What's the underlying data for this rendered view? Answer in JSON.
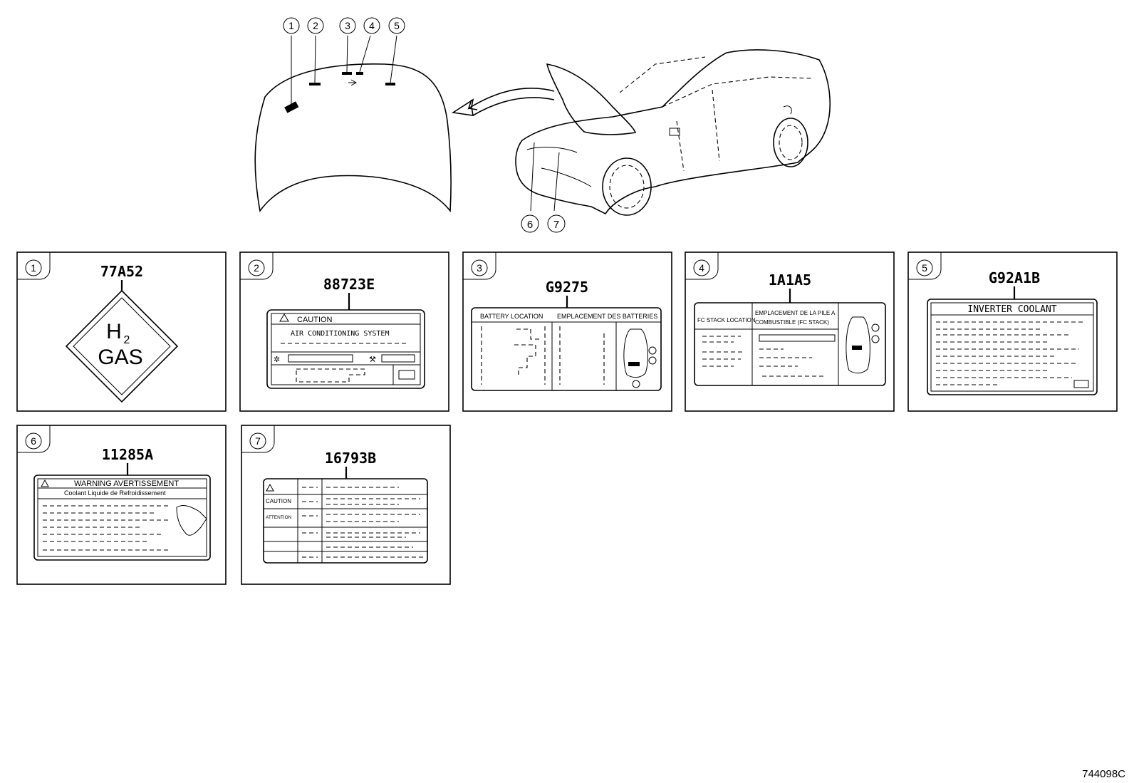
{
  "callouts_top": [
    "1",
    "2",
    "3",
    "4",
    "5"
  ],
  "callouts_car": [
    "6",
    "7"
  ],
  "panels": [
    {
      "num": "1",
      "part": "77A52",
      "label_top": "H",
      "label_sub": "2",
      "label_bottom": "GAS"
    },
    {
      "num": "2",
      "part": "88723E",
      "caution": "CAUTION",
      "system": "AIR CONDITIONING SYSTEM"
    },
    {
      "num": "3",
      "part": "G9275",
      "battery_location": "BATTERY LOCATION",
      "battery_location_fr": "EMPLACEMENT DES BATTERIES"
    },
    {
      "num": "4",
      "part": "1A1A5",
      "fc_stack": "FC STACK LOCATION",
      "fc_stack_fr_1": "EMPLACEMENT DE LA PILE A",
      "fc_stack_fr_2": "COMBUSTIBLE (FC STACK)"
    },
    {
      "num": "5",
      "part": "G92A1B",
      "coolant": "INVERTER COOLANT"
    },
    {
      "num": "6",
      "part": "11285A",
      "warning": "WARNING AVERTISSEMENT",
      "coolant_fr": "Coolant  Liquide de Refroidissement"
    },
    {
      "num": "7",
      "part": "16793B",
      "caution": "CAUTION",
      "attention": "ATTENTION"
    }
  ],
  "diagram_code": "744098C"
}
